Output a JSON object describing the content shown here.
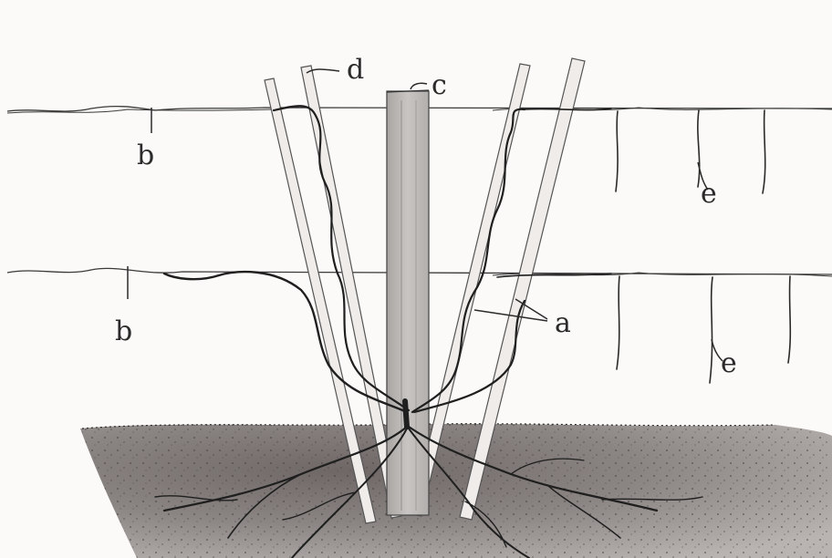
{
  "labels": {
    "a": "a",
    "b_upper": "b",
    "b_lower": "b",
    "c": "c",
    "d": "d",
    "e_upper": "e",
    "e_lower": "e"
  },
  "colors": {
    "paper": "#fbfaf8",
    "ink": "#2b2b2b",
    "soil": "#8d8785",
    "soil_dark": "#5f5857",
    "post": "#bdbab8"
  }
}
